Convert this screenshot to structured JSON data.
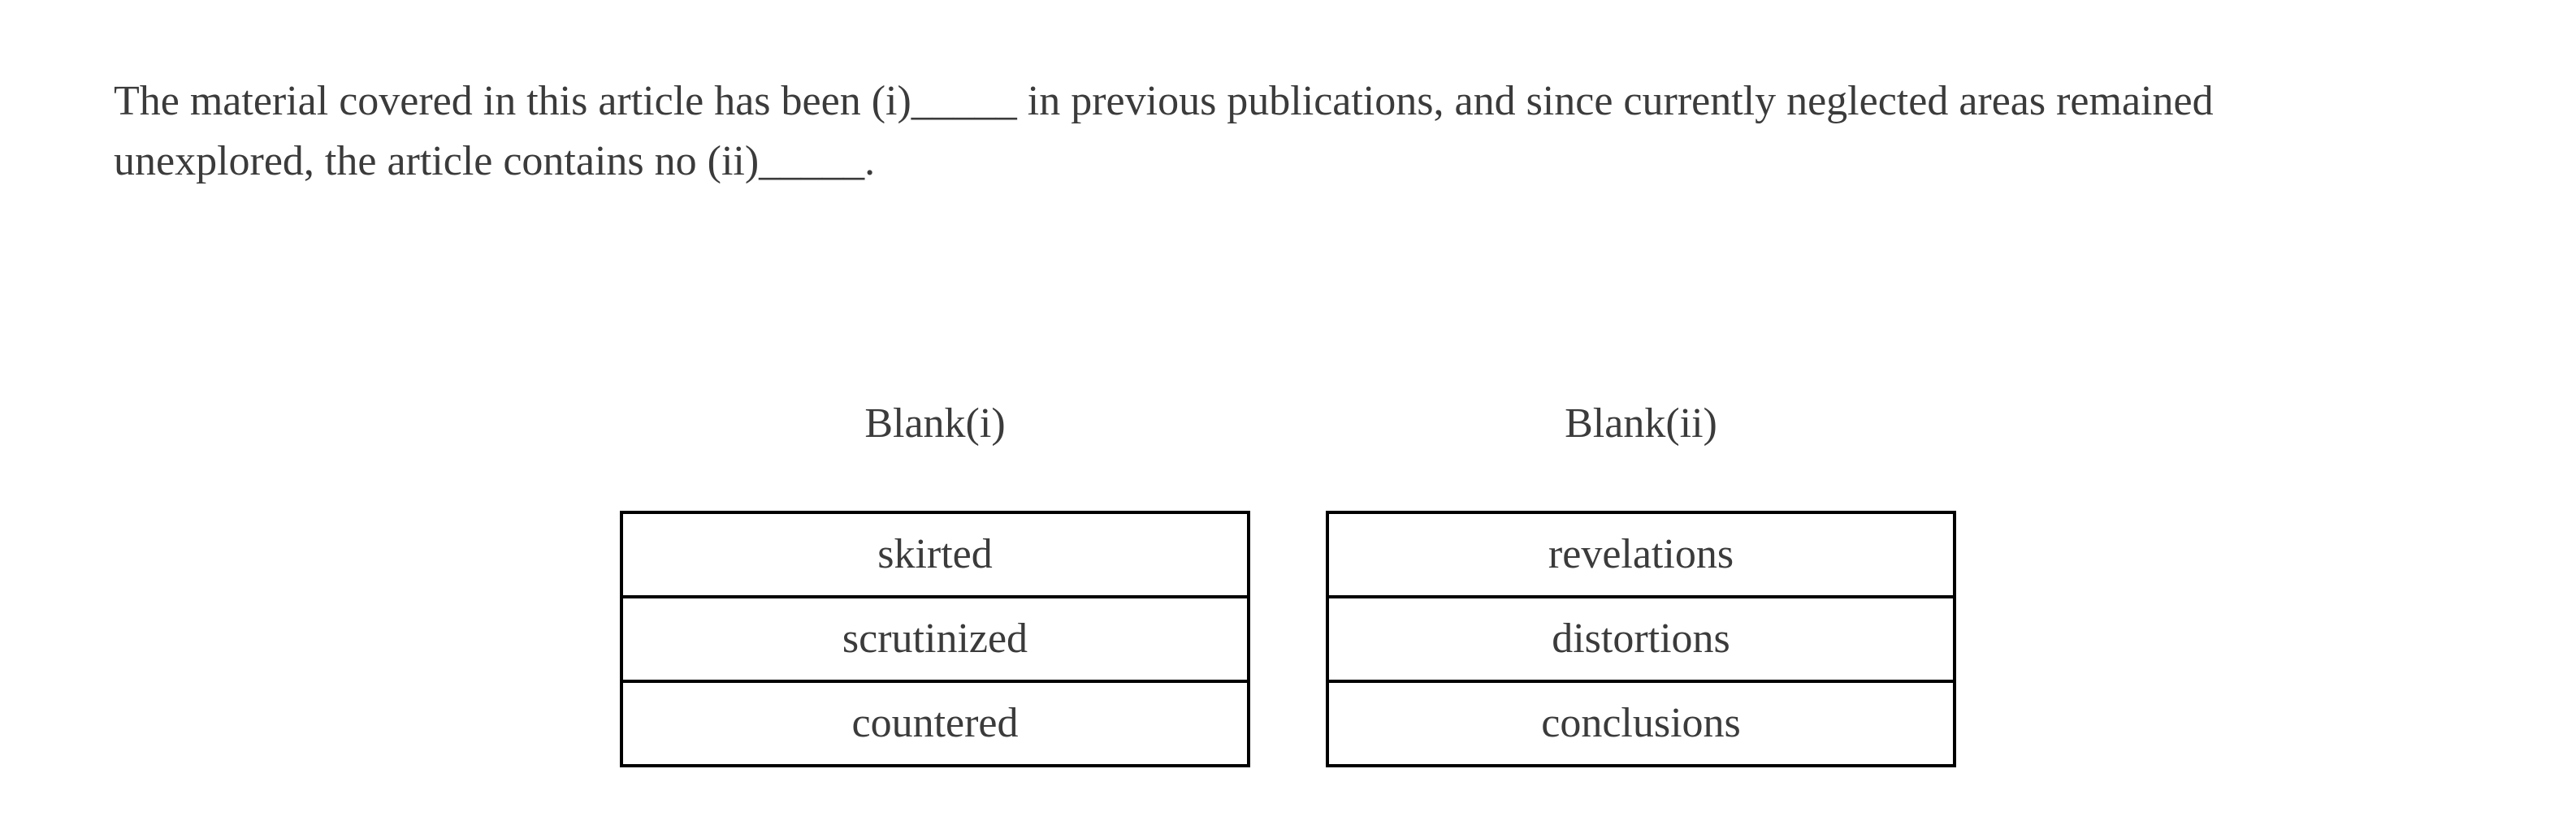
{
  "question": {
    "line1": {
      "text_before_blank": "The material covered in this article has been (i)",
      "blank": "_____",
      "text_after_blank": " in previous publications, and since currently neglected areas remained"
    },
    "line2": {
      "text_before_blank": "unexplored, the article contains no (ii)",
      "blank": "_____",
      "text_after_blank": "."
    }
  },
  "options": {
    "blank_i": {
      "header": "Blank(i)",
      "items": [
        "skirted",
        "scrutinized",
        "countered"
      ]
    },
    "blank_ii": {
      "header": "Blank(ii)",
      "items": [
        "revelations",
        "distortions",
        "conclusions"
      ]
    }
  },
  "colors": {
    "text": "#3b3b3b",
    "border": "#000000",
    "background": "#ffffff"
  }
}
